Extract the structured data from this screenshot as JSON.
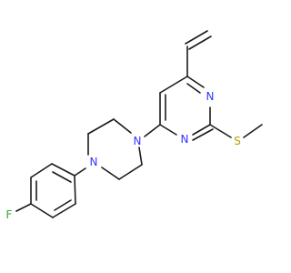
{
  "molecule": {
    "atoms": [
      {
        "id": "N_pip_upper",
        "symbol": "N",
        "color": "#3333ff"
      },
      {
        "id": "N_pip_lower",
        "symbol": "N",
        "color": "#3333ff"
      },
      {
        "id": "N_pyr_upper",
        "symbol": "N",
        "color": "#3333ff"
      },
      {
        "id": "N_pyr_lower",
        "symbol": "N",
        "color": "#3333ff"
      },
      {
        "id": "S_thioether",
        "symbol": "S",
        "color": "#b8a000"
      },
      {
        "id": "F_fluoro",
        "symbol": "F",
        "color": "#33aa33"
      }
    ],
    "bond_color": "#1a1a1a",
    "background": "#ffffff"
  }
}
